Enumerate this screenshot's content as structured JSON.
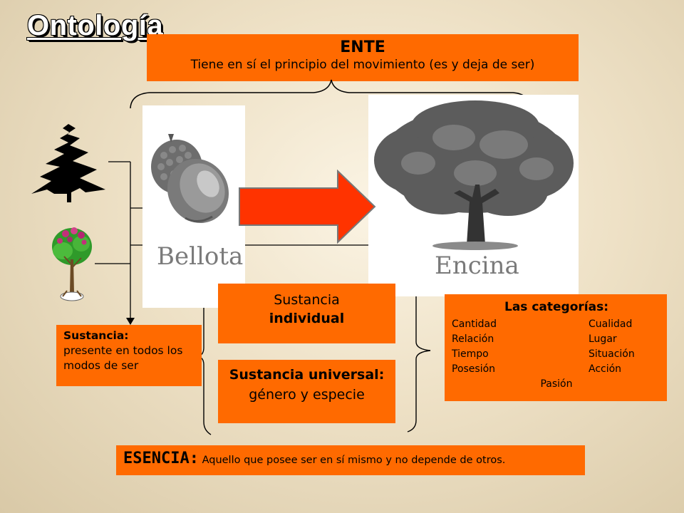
{
  "title": "Ontología",
  "ente": {
    "heading": "ENTE",
    "subtitle": "Tiene en sí el principio del movimiento  (es y deja de ser)"
  },
  "images": {
    "acorn_label": "Bellota",
    "tree_label": "Encina",
    "acorn_icon": "acorn-icon",
    "oak_icon": "oak-tree-icon",
    "fir_icon": "fir-tree-icon",
    "flower_icon": "flowering-tree-icon"
  },
  "sustancia": {
    "heading": "Sustancia:",
    "text": "presente en todos los modos de ser"
  },
  "individual": {
    "line1": "Sustancia",
    "line2": "individual"
  },
  "universal": {
    "heading": "Sustancia universal:",
    "text": "género y especie"
  },
  "categorias": {
    "heading": "Las categorías:",
    "items": [
      "Cantidad",
      "Cualidad",
      "Relación",
      "Lugar",
      "Tiempo",
      "Situación",
      "Posesión",
      "Acción"
    ],
    "last": "Pasión"
  },
  "esencia": {
    "heading": "ESENCIA:",
    "text": " Aquello que posee ser en sí mismo y no depende de otros."
  },
  "colors": {
    "orange": "#ff6a00",
    "arrow": "#ff3300",
    "background": "#eee1c6"
  }
}
